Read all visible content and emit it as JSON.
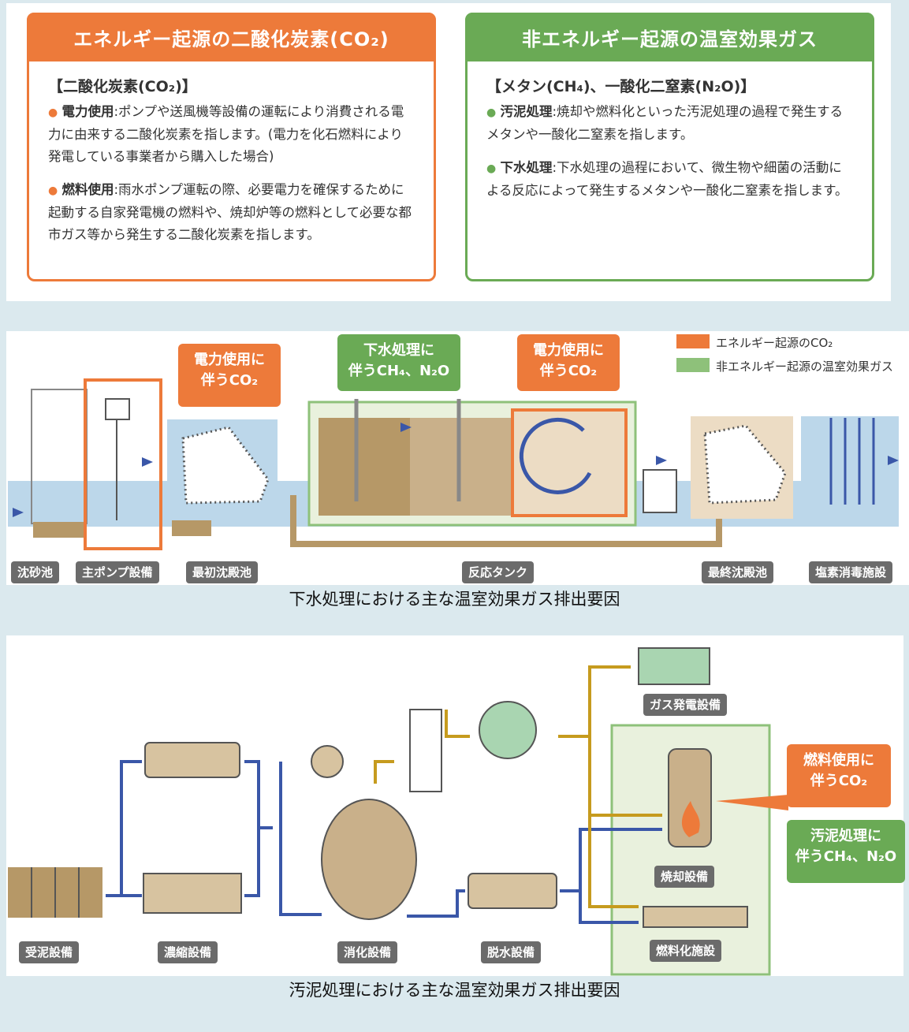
{
  "colors": {
    "orange": "#ed7a3a",
    "green": "#6aaa55",
    "blue": "#3a57a8",
    "gold": "#c69b1e",
    "gray": "#6b6b6b"
  },
  "card_energy": {
    "title": "エネルギー起源の二酸化炭素(CO₂)",
    "heading": "【二酸化炭素(CO₂)】",
    "items": [
      {
        "term": "電力使用",
        "text": ":ポンプや送風機等設備の運転により消費される電力に由来する二酸化炭素を指します。(電力を化石燃料により発電している事業者から購入した場合)"
      },
      {
        "term": "燃料使用",
        "text": ":雨水ポンプ運転の際、必要電力を確保するために起動する自家発電機の燃料や、焼却炉等の燃料として必要な都市ガス等から発生する二酸化炭素を指します。"
      }
    ]
  },
  "card_nonenergy": {
    "title": "非エネルギー起源の温室効果ガス",
    "heading": "【メタン(CH₄)、一酸化二窒素(N₂O)】",
    "items": [
      {
        "term": "汚泥処理",
        "text": ":焼却や燃料化といった汚泥処理の過程で発生するメタンや一酸化二窒素を指します。"
      },
      {
        "term": "下水処理",
        "text": ":下水処理の過程において、微生物や細菌の活動による反応によって発生するメタンや一酸化二窒素を指します。"
      }
    ]
  },
  "sewage": {
    "legend": {
      "energy": "エネルギー起源のCO₂",
      "nonenergy": "非エネルギー起源の温室効果ガス"
    },
    "callouts": {
      "power1": "電力使用に\n伴うCO₂",
      "sewage_gas": "下水処理に\n伴うCH₄、N₂O",
      "power2": "電力使用に\n伴うCO₂"
    },
    "labels": [
      "沈砂池",
      "主ポンプ設備",
      "最初沈殿池",
      "反応タンク",
      "最終沈殿池",
      "塩素消毒施設"
    ],
    "caption": "下水処理における主な温室効果ガス排出要因"
  },
  "sludge": {
    "callouts": {
      "fuel": "燃料使用に\n伴うCO₂",
      "sludge_gas": "汚泥処理に\n伴うCH₄、N₂O"
    },
    "labels": [
      "受泥設備",
      "濃縮設備",
      "消化設備",
      "脱水設備",
      "ガス発電設備",
      "焼却設備",
      "燃料化施設"
    ],
    "caption": "汚泥処理における主な温室効果ガス排出要因"
  }
}
